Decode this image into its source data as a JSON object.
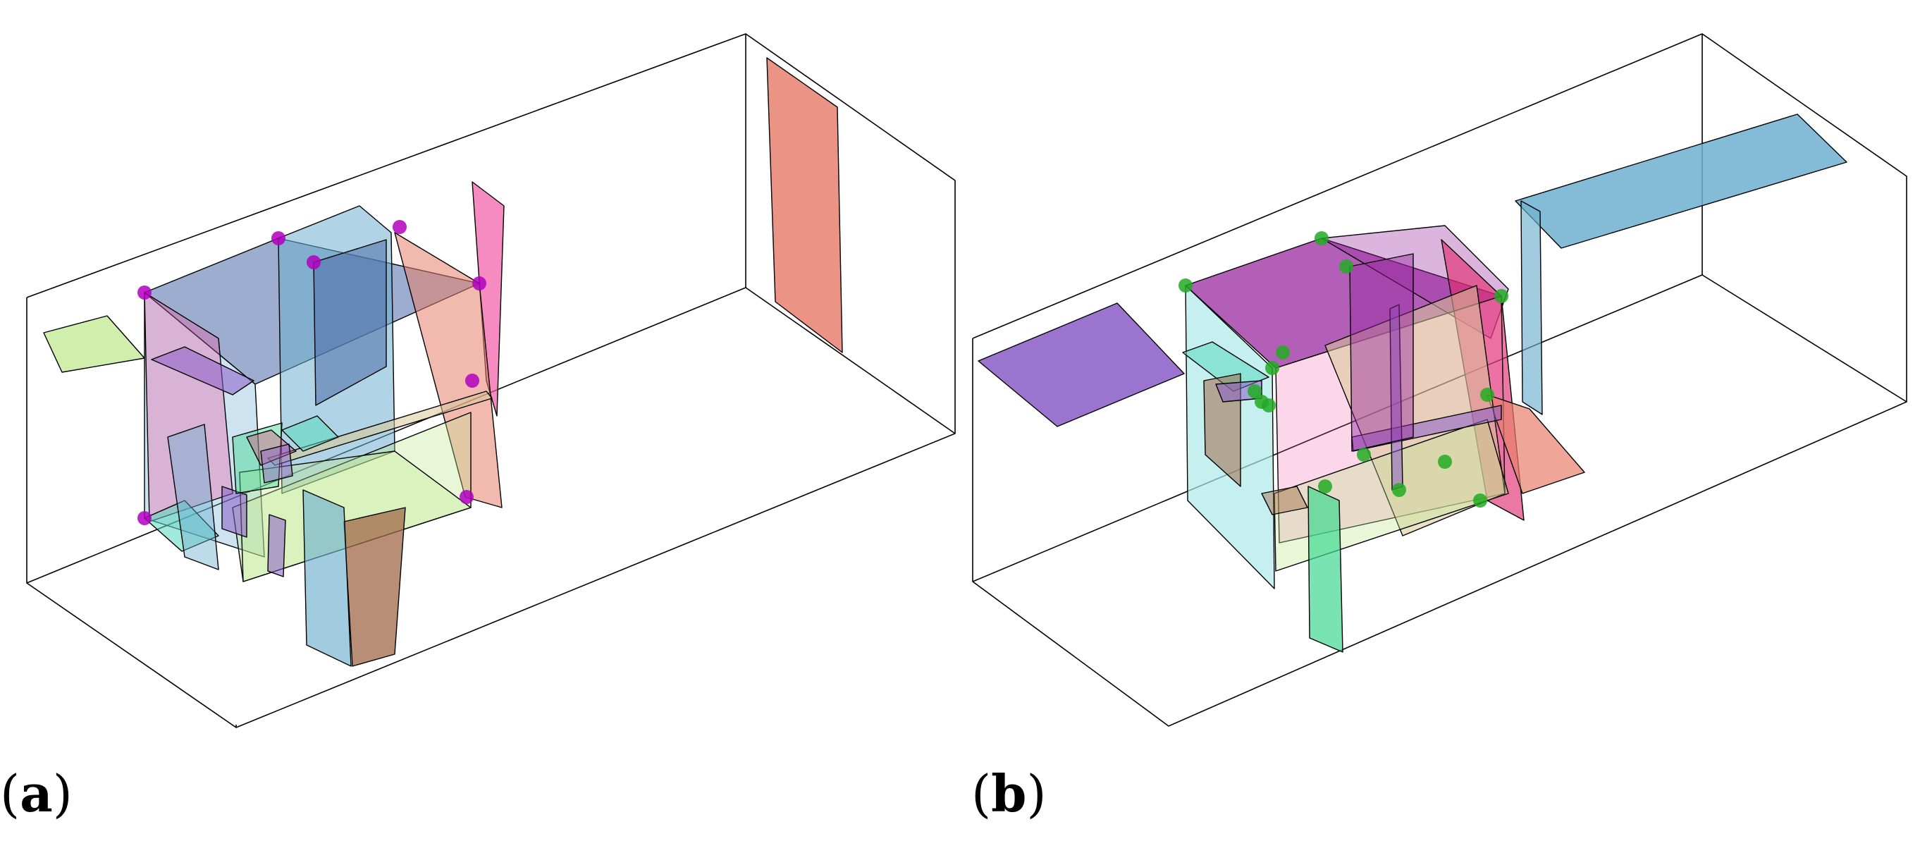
{
  "panels": [
    {
      "id": "a",
      "label_open": "(",
      "label_letter": "a",
      "label_close": ")",
      "corner_marker_color": "#b000c0"
    },
    {
      "id": "b",
      "label_open": "(",
      "label_letter": "b",
      "label_close": ")",
      "corner_marker_color": "#22aa22"
    }
  ],
  "colors": {
    "box_outline": "#000000",
    "planes": [
      "#e8806e",
      "#f25aa8",
      "#6fb0d0",
      "#4a6aa8",
      "#8a5cc8",
      "#c0e890",
      "#5ad8c0",
      "#a06a48",
      "#d8c898",
      "#e03070",
      "#aee8e8",
      "#9a2aa0",
      "#40d890"
    ]
  }
}
